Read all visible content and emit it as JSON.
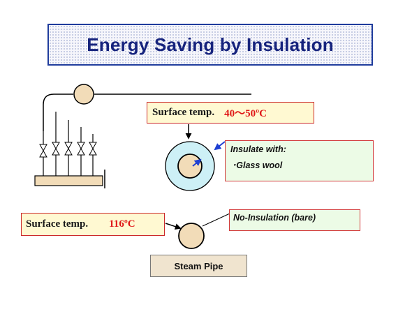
{
  "title": "Energy Saving by Insulation",
  "insulated": {
    "label": "Surface temp.",
    "value": "40～50ºC"
  },
  "bare": {
    "label": "Surface temp.",
    "value": "116ºC"
  },
  "insulate_note": {
    "heading": "Insulate with:",
    "item": "･Glass wool"
  },
  "bare_note": "No-Insulation (bare)",
  "steam_pipe": "Steam Pipe",
  "colors": {
    "title_border": "#1f3c9c",
    "title_text": "#16237d",
    "label_border": "#cc2a2a",
    "label_fill": "#fff9d2",
    "value_text": "#e01818",
    "note_fill": "#ecfbe6",
    "pipe_fill": "#f2dcb8",
    "insulation_fill": "#cdf0f6",
    "arrow_blue": "#1e3fd2"
  },
  "icons": [
    "gate-valve-icon",
    "arrow-down-icon",
    "arrow-pointer-icon"
  ]
}
